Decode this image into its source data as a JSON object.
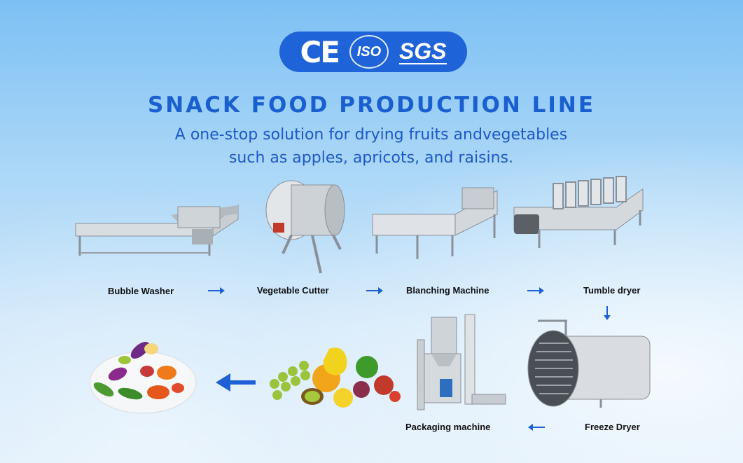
{
  "certifications": {
    "ce": "CE",
    "iso": "ISO",
    "sgs": "SGS"
  },
  "heading": {
    "title": "SNACK FOOD PRODUCTION LINE",
    "subtitle_line1": "A one-stop solution for drying fruits andvegetables",
    "subtitle_line2": "such as apples, apricots, and raisins."
  },
  "steps": [
    {
      "label": "Bubble Washer",
      "icon": "bubble-washer-machine"
    },
    {
      "label": "Vegetable Cutter",
      "icon": "vegetable-cutter-machine"
    },
    {
      "label": "Blanching Machine",
      "icon": "blanching-machine"
    },
    {
      "label": "Tumble dryer",
      "icon": "tumble-dryer-machine"
    },
    {
      "label": "Freeze Dryer",
      "icon": "freeze-dryer-machine"
    },
    {
      "label": "Packaging machine",
      "icon": "packaging-machine"
    }
  ],
  "products": {
    "fruits_icon": "fresh-fruits-image",
    "snack_bowl_icon": "dried-vegetable-chips-bowl"
  },
  "colors": {
    "brand_blue": "#1f63d8",
    "title_blue": "#1a5fd0",
    "arrow_blue": "#1e60d6"
  }
}
